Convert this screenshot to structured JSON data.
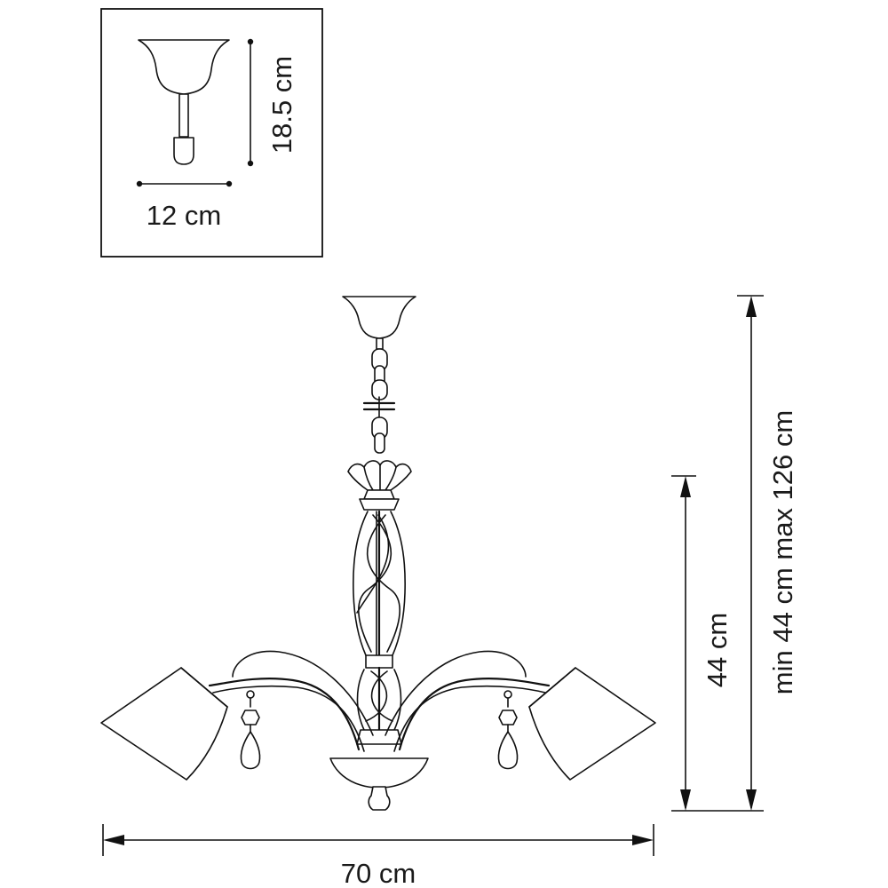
{
  "inset": {
    "height_label": "18.5 cm",
    "width_label": "12 cm"
  },
  "main": {
    "height_label": "44 cm",
    "range_label": "min 44 cm max 126 cm",
    "width_label": "70 cm"
  },
  "colors": {
    "ink": "#111111",
    "background": "#ffffff"
  }
}
